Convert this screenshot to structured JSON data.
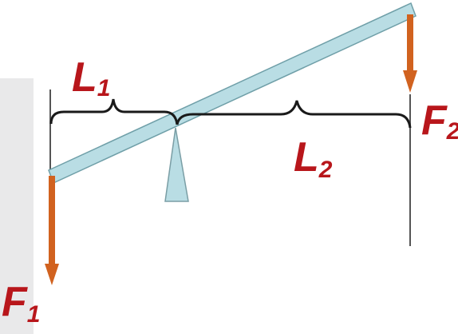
{
  "labels": {
    "l1": {
      "main": "L",
      "sub": "1"
    },
    "l2": {
      "main": "L",
      "sub": "2"
    },
    "f1": {
      "main": "F",
      "sub": "1"
    },
    "f2": {
      "main": "F",
      "sub": "2"
    }
  },
  "colors": {
    "label": "#b8161b",
    "beam_fill": "#b9dde4",
    "beam_edge": "#6f9fa8",
    "force_arrow": "#d1621f",
    "fulcrum_fill": "#b9dde4",
    "fulcrum_edge": "#7a9ea5",
    "brace": "#1a1a1a",
    "guide_line": "#555555",
    "side_panel": "#e9e9ea"
  },
  "icons": {
    "fulcrum": "triangle-pivot-icon",
    "force_arrow": "down-arrow-icon"
  }
}
